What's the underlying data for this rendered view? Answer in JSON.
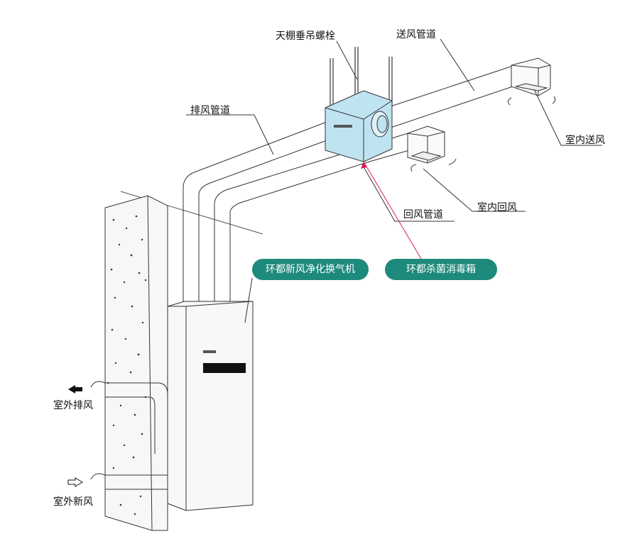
{
  "labels": {
    "ceiling_bolts": "天棚垂吊螺栓",
    "supply_duct": "送风管道",
    "exhaust_duct": "排风管道",
    "indoor_supply": "室内送风",
    "indoor_return": "室内回风",
    "return_duct": "回风管道",
    "outdoor_exhaust": "室外排风",
    "outdoor_fresh": "室外新风"
  },
  "badges": {
    "ventilator": "环都新风净化换气机",
    "sterilizer": "环都杀菌消毒箱"
  },
  "colors": {
    "badge": "#1e8a7c",
    "box_fill": "#bfe3f0",
    "pointer": "#e0195a"
  }
}
